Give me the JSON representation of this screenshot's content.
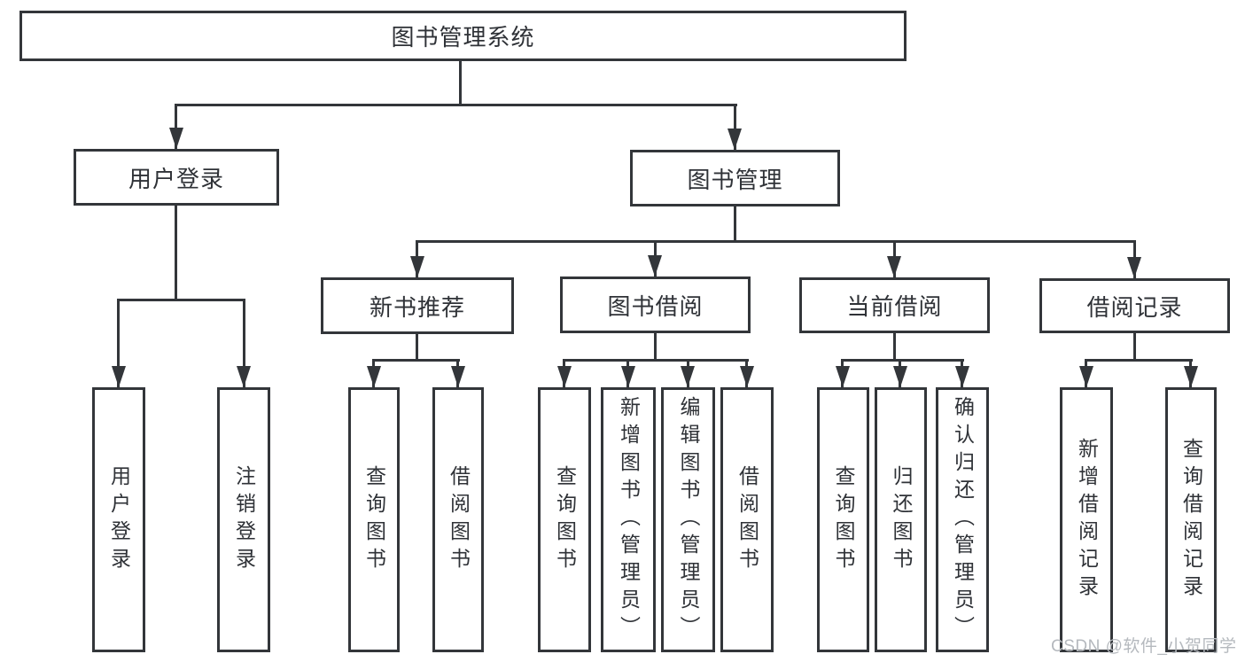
{
  "diagram": {
    "root": {
      "label": "图书管理系统"
    },
    "branches": [
      {
        "label": "用户登录",
        "children": [
          {
            "label": "用户登录"
          },
          {
            "label": "注销登录"
          }
        ]
      },
      {
        "label": "图书管理",
        "children": [
          {
            "label": "新书推荐",
            "children": [
              {
                "label": "查询图书"
              },
              {
                "label": "借阅图书"
              }
            ]
          },
          {
            "label": "图书借阅",
            "children": [
              {
                "label": "查询图书"
              },
              {
                "label": "新增图书（管理员）"
              },
              {
                "label": "编辑图书（管理员）"
              },
              {
                "label": "借阅图书"
              }
            ]
          },
          {
            "label": "当前借阅",
            "children": [
              {
                "label": "查询图书"
              },
              {
                "label": "归还图书"
              },
              {
                "label": "确认归还（管理员）"
              }
            ]
          },
          {
            "label": "借阅记录",
            "children": [
              {
                "label": "新增借阅记录"
              },
              {
                "label": "查询借阅记录"
              }
            ]
          }
        ]
      }
    ]
  },
  "watermark": {
    "text": "CSDN @软件_小贺同学"
  },
  "colors": {
    "background": "#ffffff",
    "line": "#33363a",
    "text": "#2f3237",
    "watermark": "#b5b9be"
  }
}
